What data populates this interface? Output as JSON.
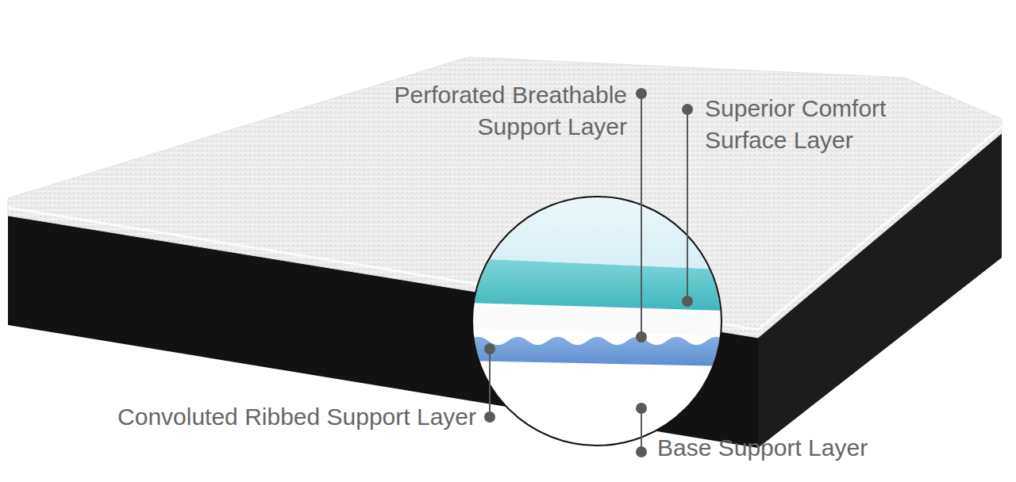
{
  "diagram": {
    "labels": [
      "Perforated Breathable Support Layer",
      "Superior Comfort Surface Layer",
      "Convoluted Ribbed Support Layer",
      "Base Support Layer"
    ]
  }
}
